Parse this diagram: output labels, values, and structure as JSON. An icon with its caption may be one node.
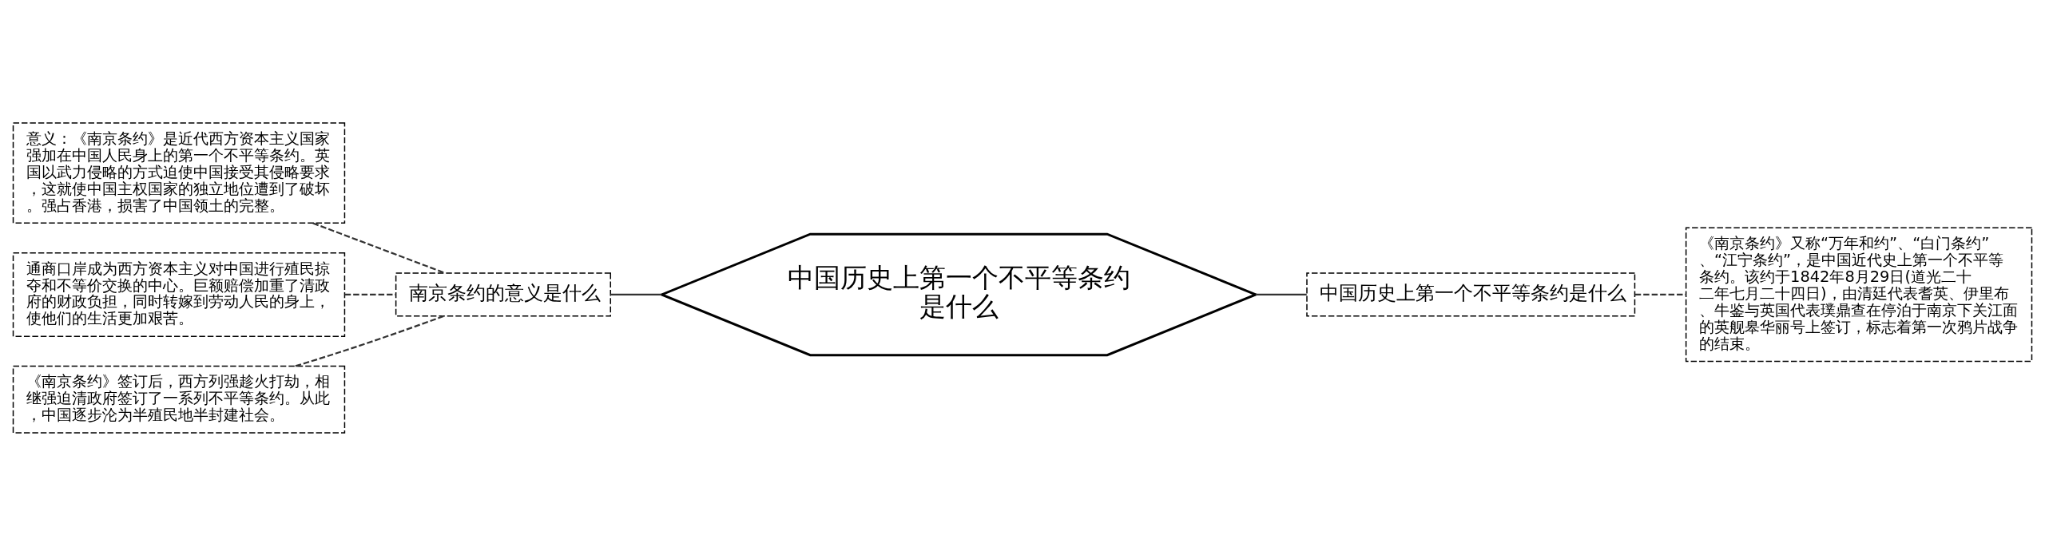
{
  "diagram": {
    "nodes": [
      {
        "text": [
          "中国历史上第一个不平等条约是什么"
        ]
      },
      {
        "text": [
          "南京条约的意义是什么"
        ]
      },
      {
        "text": [
          "意义：《南京条约》是近代西方资本主义国家强加在中国人民身上的第一个不平等条约。英国以武力侵略的方式迫使中国接受其侵略要求，这就使中国主权国家的独立地位遭到了破坏。强占香港，损害了中国领土的完整。"
        ]
      },
      {
        "text": [
          "通商口岸成为西方资本主义对中国进行殖民掠夺和不等价交换的中心。巨额赔偿加重了清政府的财政负担，同时转嫁到劳动人民的身上，使他们的生活更加艰苦。"
        ]
      },
      {
        "text": [
          "《南京条约》签订后，西方列强趁火打劫，相继强迫清政府签订了一系列不平等条约。从此，中国逐步沦为半殖民地半封建社会。"
        ]
      },
      {
        "text": [
          "中国历史上第一个不平等条约是什么"
        ]
      },
      {
        "text": [
          "《南京条约》又称“万年和约”、“白门条约”、“江宁条约”，是中国近代史上第一个不平等条约。该约于1842年8月29日(道光二十二年七月二十四日)，由清廷代表耆英、伊里布、牛鉴与英国代表璞鼎查在停泊于南京下关江面的英舰皋华丽号上签订，标志着第一次鸦片战争的结束。"
        ]
      }
    ],
    "edges": [
      {
        "from": 0,
        "to": 1,
        "arrow": "none"
      },
      {
        "from": 1,
        "to": 2,
        "arrow": "none",
        "style": "dashed"
      },
      {
        "from": 1,
        "to": 3,
        "arrow": "none",
        "style": "dashed"
      },
      {
        "from": 1,
        "to": 4,
        "arrow": "none",
        "style": "dashed"
      },
      {
        "from": 0,
        "to": 5,
        "arrow": "none"
      },
      {
        "from": 5,
        "to": 6,
        "arrow": "none",
        "style": "dashed"
      }
    ]
  }
}
